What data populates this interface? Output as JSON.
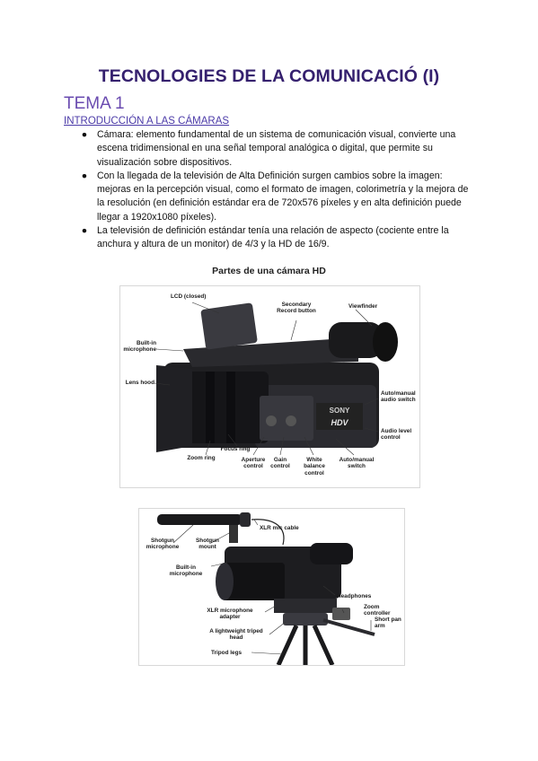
{
  "header": {
    "title": "TECNOLOGIES DE LA COMUNICACIÓ (I)",
    "tema": "TEMA 1",
    "section": "INTRODUCCIÓN A LAS CÁMARAS"
  },
  "bullets": [
    "Cámara: elemento fundamental de un sistema de comunicación visual, convierte una escena tridimensional en una señal temporal analógica o digital, que permite su visualización sobre dispositivos.",
    "Con la llegada de la televisión de Alta Definición surgen cambios sobre la imagen: mejoras en la percepción visual, como el formato de imagen, colorimetría y la mejora de la resolución (en definición estándar era de 720x576 píxeles y en alta definición puede llegar a 1920x1080 píxeles).",
    "La televisión de definición estándar tenía una relación de aspecto (cociente entre la anchura y altura de un monitor) de 4/3 y la HD de 16/9."
  ],
  "figure1": {
    "title": "Partes de una cámara HD",
    "labels": {
      "lcd": "LCD (closed)",
      "secondary_record": "Secondary Record button",
      "viewfinder": "Viewfinder",
      "builtin_mic": "Built-in microphone",
      "lens_hood": "Lens hood",
      "audio_switch": "Auto/manual audio switch",
      "audio_level": "Audio level control",
      "focus_ring": "Focus ring",
      "zoom_ring": "Zoom ring",
      "aperture": "Aperture control",
      "gain": "Gain control",
      "white_balance": "White balance control",
      "auto_manual_switch": "Auto/manual switch"
    },
    "brand": "SONY",
    "badge": "HDV"
  },
  "figure2": {
    "labels": {
      "xlr_cable": "XLR mic cable",
      "shotgun_mic": "Shotgun microphone",
      "shotgun_mount": "Shotgun mount",
      "builtin_mic": "Built-in microphone",
      "headphones": "Headphones",
      "xlr_adapter": "XLR microphone adapter",
      "zoom_controller": "Zoom controller",
      "short_pan_arm": "Short pan arm",
      "triped_head": "A lightweight triped head",
      "tripod_legs": "Tripod legs"
    }
  }
}
